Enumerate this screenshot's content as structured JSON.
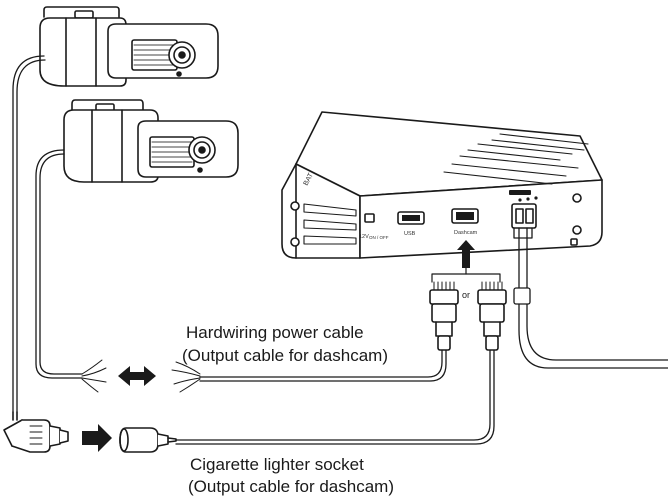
{
  "labels": {
    "hardwiring_line1": "Hardwiring power cable",
    "hardwiring_line2": "(Output cable for dashcam)",
    "cigarette_line1": "Cigarette lighter socket",
    "cigarette_line2": "(Output cable for dashcam)",
    "or": "or",
    "port_usb": "USB",
    "port_dashcam": "Dashcam",
    "port_12v": "12V",
    "port_on_off": "ON / OFF"
  },
  "icons": [
    "dashcam-icon",
    "battery-pack-icon",
    "double-arrow-icon",
    "right-arrow-icon",
    "up-arrow-icon",
    "plug-icon",
    "socket-icon"
  ],
  "colors": {
    "line": "#1a1a1a",
    "fill": "#ffffff",
    "muted": "#7a7a7a"
  }
}
